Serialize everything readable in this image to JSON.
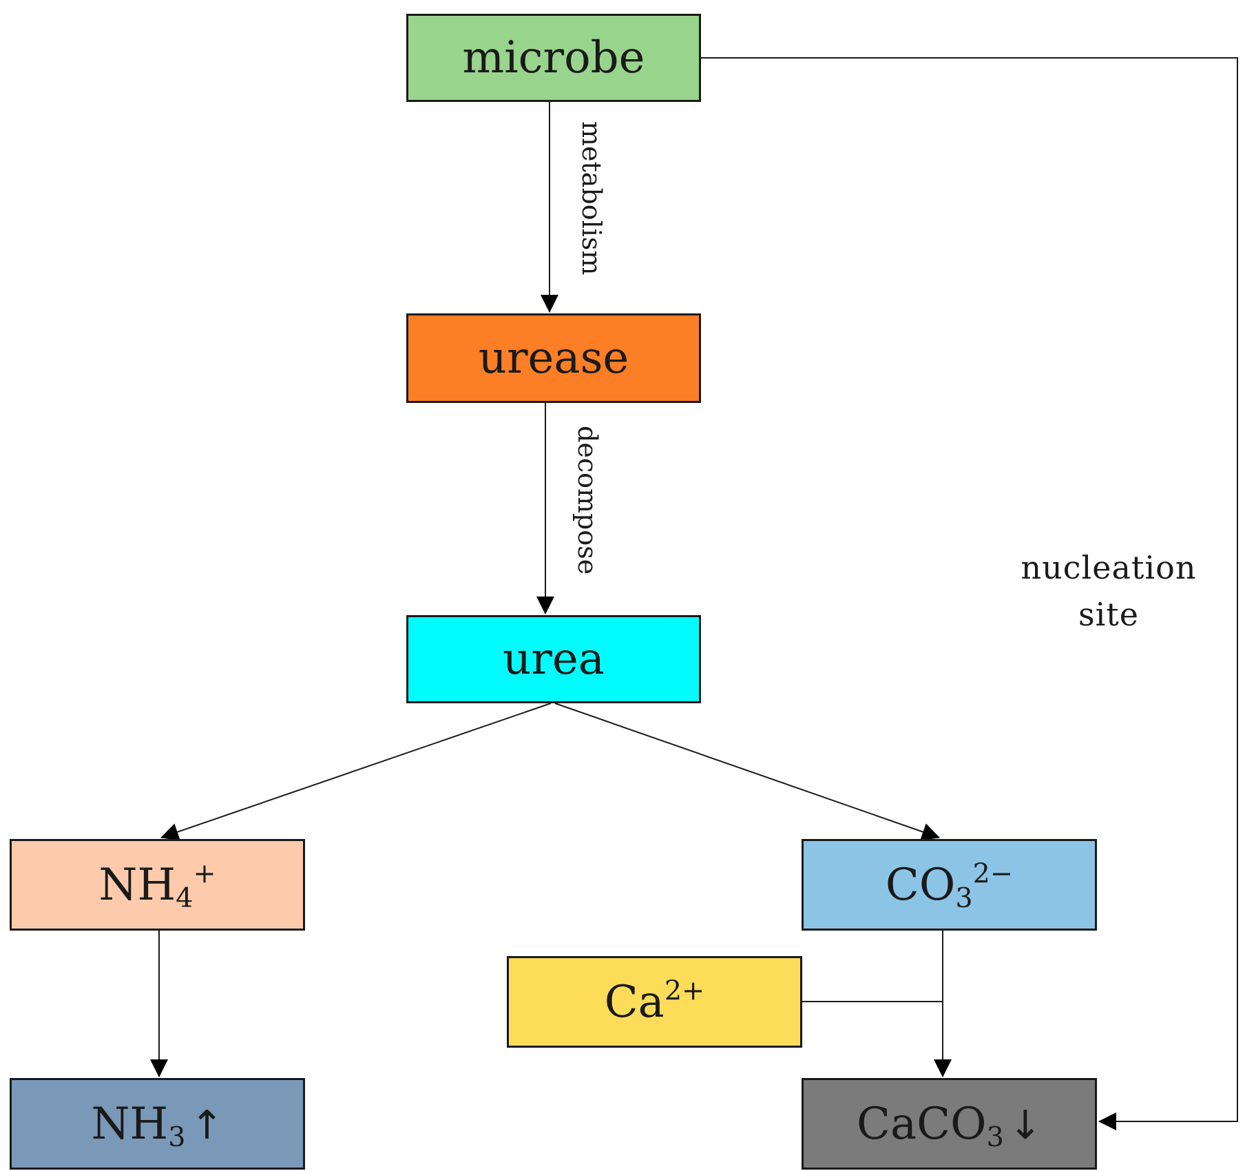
{
  "nodes": {
    "microbe": {
      "text": "microbe",
      "color": "#98d48c"
    },
    "urease": {
      "text": "urease",
      "color": "#fc7f26"
    },
    "urea": {
      "text": "urea",
      "color": "#00fcfc"
    },
    "ammonium": {
      "base": "NH",
      "sub": "4",
      "sup": "+",
      "color": "#fdcbab"
    },
    "carbonate": {
      "base": "CO",
      "sub": "3",
      "sup": "2−",
      "color": "#8cc4e6"
    },
    "calcium": {
      "base": "Ca",
      "sup": "2+",
      "color": "#fddc5a"
    },
    "ammonia": {
      "base": "NH",
      "sub": "3",
      "arrow": "↑",
      "color": "#7a99b8"
    },
    "calcium_carbonate": {
      "base": "CaCO",
      "sub": "3",
      "arrow": "↓",
      "color": "#7b7b7b"
    }
  },
  "edge_labels": {
    "metabolism": "metabolism",
    "decompose": "decompose",
    "nucleation_site": "nucleation\nsite"
  }
}
